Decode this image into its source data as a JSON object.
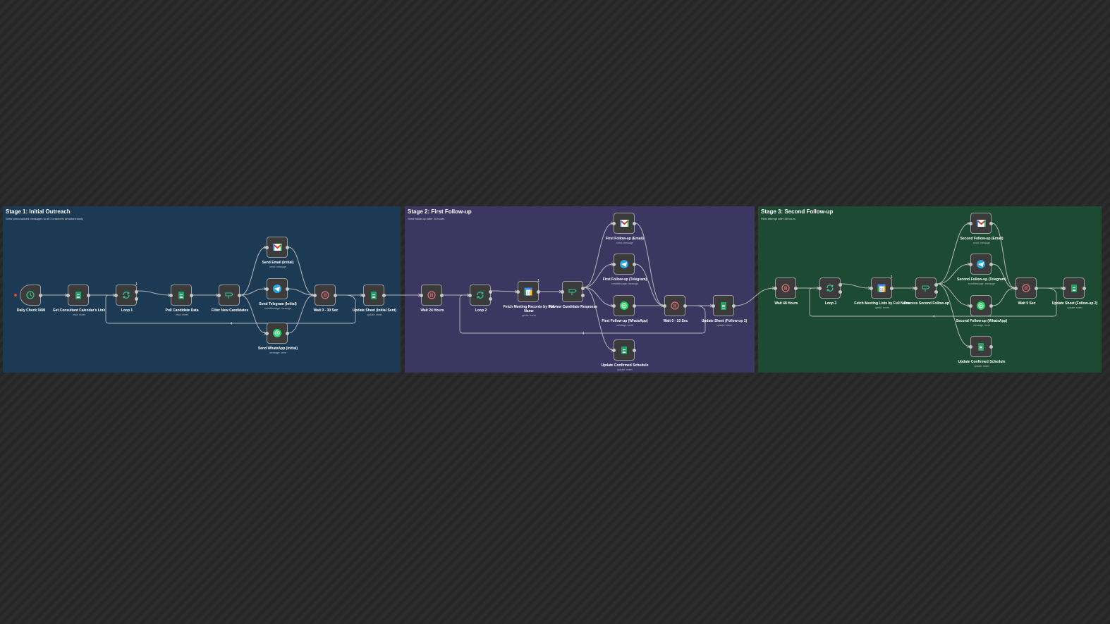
{
  "stages": [
    {
      "title": "Stage 1: Initial Outreach",
      "subtitle": "Send personalized messages to all 3 channels simultaneously",
      "color": "#1d3a55"
    },
    {
      "title": "Stage 2: First Follow-up",
      "subtitle": "Send follow-up after 24 hours",
      "color": "#3b3760"
    },
    {
      "title": "Stage 3: Second Follow-up",
      "subtitle": "Final attempt after 48 hours",
      "color": "#1d4a33"
    }
  ],
  "icons": {
    "clock": "clock-icon",
    "sheets": "google-sheets-icon",
    "loop": "loop-icon",
    "filter": "filter-icon",
    "gmail": "gmail-icon",
    "telegram": "telegram-icon",
    "whatsapp": "whatsapp-icon",
    "wait": "wait-icon",
    "calendar": "google-calendar-icon"
  },
  "nodes": [
    {
      "id": "daily_check",
      "label": "Daily Check 9AM",
      "sub": "",
      "icon": "clock",
      "badge": ""
    },
    {
      "id": "get_consultant",
      "label": "Get Consultant Calendar's Link",
      "sub": "read: sheet",
      "icon": "sheets",
      "badge": ""
    },
    {
      "id": "loop1",
      "label": "Loop 1",
      "sub": "",
      "icon": "loop",
      "badge": "1"
    },
    {
      "id": "pull_candidate",
      "label": "Pull Candidate Data",
      "sub": "read: sheet",
      "icon": "sheets",
      "badge": ""
    },
    {
      "id": "filter_new",
      "label": "Filter New Candidates",
      "sub": "",
      "icon": "filter",
      "badge": ""
    },
    {
      "id": "send_email",
      "label": "Send Email (Initial)",
      "sub": "send: message",
      "icon": "gmail",
      "badge": ""
    },
    {
      "id": "send_telegram",
      "label": "Send Telegram (Initial)",
      "sub": "sendMessage: message",
      "icon": "telegram",
      "badge": ""
    },
    {
      "id": "send_whatsapp",
      "label": "Send WhatsApp (Initial)",
      "sub": "message: send",
      "icon": "whatsapp",
      "badge": ""
    },
    {
      "id": "wait_30",
      "label": "Wait 0 - 30 Sec",
      "sub": "",
      "icon": "wait",
      "badge": ""
    },
    {
      "id": "update_initial",
      "label": "Update Sheet (Initial Sent)",
      "sub": "update: sheet",
      "icon": "sheets",
      "badge": ""
    },
    {
      "id": "wait_24",
      "label": "Wait 24 Hours",
      "sub": "",
      "icon": "wait",
      "badge": ""
    },
    {
      "id": "loop2",
      "label": "Loop 2",
      "sub": "",
      "icon": "loop",
      "badge": ""
    },
    {
      "id": "fetch_meeting",
      "label": "Fetch Meeting Records by Full Name",
      "sub": "getAll: event",
      "icon": "calendar",
      "badge": "1"
    },
    {
      "id": "review_response",
      "label": "Review Candidate Response",
      "sub": "",
      "icon": "filter",
      "badge": ""
    },
    {
      "id": "ff_email",
      "label": "First Follow-up (Email)",
      "sub": "send: message",
      "icon": "gmail",
      "badge": ""
    },
    {
      "id": "ff_telegram",
      "label": "First Follow-up (Telegram)",
      "sub": "sendMessage: message",
      "icon": "telegram",
      "badge": ""
    },
    {
      "id": "ff_whatsapp",
      "label": "First Follow-up (WhatsApp)",
      "sub": "message: send",
      "icon": "whatsapp",
      "badge": ""
    },
    {
      "id": "update_confirmed1",
      "label": "Update Confirmed Schedule",
      "sub": "update: sheet",
      "icon": "sheets",
      "badge": ""
    },
    {
      "id": "wait_10",
      "label": "Wait 0 - 10 Sec",
      "sub": "",
      "icon": "wait",
      "badge": ""
    },
    {
      "id": "update_fu1",
      "label": "Update Sheet (Follow-up 1)",
      "sub": "update: sheet",
      "icon": "sheets",
      "badge": ""
    },
    {
      "id": "wait_48",
      "label": "Wait 48 Hours",
      "sub": "",
      "icon": "wait",
      "badge": ""
    },
    {
      "id": "loop3",
      "label": "Loop 3",
      "sub": "",
      "icon": "loop",
      "badge": ""
    },
    {
      "id": "fetch_meeting_lists",
      "label": "Fetch Meeting Lists by Full Name",
      "sub": "getAll: event",
      "icon": "calendar",
      "badge": "1"
    },
    {
      "id": "process_second",
      "label": "Process Second Follow-up",
      "sub": "",
      "icon": "filter",
      "badge": ""
    },
    {
      "id": "sf_email",
      "label": "Second Follow-up (Email)",
      "sub": "send: message",
      "icon": "gmail",
      "badge": ""
    },
    {
      "id": "sf_telegram",
      "label": "Second Follow-up (Telegram)",
      "sub": "sendMessage: message",
      "icon": "telegram",
      "badge": ""
    },
    {
      "id": "sf_whatsapp",
      "label": "Second Follow-up (WhatsApp)",
      "sub": "message: send",
      "icon": "whatsapp",
      "badge": ""
    },
    {
      "id": "update_confirmed2",
      "label": "Update Confirmed Schedule",
      "sub": "update: sheet",
      "icon": "sheets",
      "badge": ""
    },
    {
      "id": "wait_5",
      "label": "Wait 5 Sec",
      "sub": "",
      "icon": "wait",
      "badge": ""
    },
    {
      "id": "update_fu2",
      "label": "Update Sheet (Follow-up 2)",
      "sub": "update: sheet",
      "icon": "sheets",
      "badge": ""
    }
  ],
  "connections": [
    [
      "daily_check",
      "get_consultant"
    ],
    [
      "get_consultant",
      "loop1"
    ],
    [
      "loop1",
      "pull_candidate"
    ],
    [
      "pull_candidate",
      "filter_new"
    ],
    [
      "filter_new",
      "send_email"
    ],
    [
      "filter_new",
      "send_telegram"
    ],
    [
      "filter_new",
      "send_whatsapp"
    ],
    [
      "send_email",
      "wait_30"
    ],
    [
      "send_telegram",
      "wait_30"
    ],
    [
      "send_whatsapp",
      "wait_30"
    ],
    [
      "wait_30",
      "update_initial"
    ],
    [
      "update_initial",
      "wait_24"
    ],
    [
      "wait_24",
      "loop2"
    ],
    [
      "loop2",
      "fetch_meeting"
    ],
    [
      "fetch_meeting",
      "review_response"
    ],
    [
      "review_response",
      "ff_email"
    ],
    [
      "review_response",
      "ff_telegram"
    ],
    [
      "review_response",
      "ff_whatsapp"
    ],
    [
      "review_response",
      "update_confirmed1"
    ],
    [
      "ff_email",
      "wait_10"
    ],
    [
      "ff_telegram",
      "wait_10"
    ],
    [
      "ff_whatsapp",
      "wait_10"
    ],
    [
      "wait_10",
      "update_fu1"
    ],
    [
      "update_fu1",
      "wait_48"
    ],
    [
      "wait_48",
      "loop3"
    ],
    [
      "loop3",
      "fetch_meeting_lists"
    ],
    [
      "fetch_meeting_lists",
      "process_second"
    ],
    [
      "process_second",
      "sf_email"
    ],
    [
      "process_second",
      "sf_telegram"
    ],
    [
      "process_second",
      "sf_whatsapp"
    ],
    [
      "process_second",
      "update_confirmed2"
    ],
    [
      "sf_email",
      "wait_5"
    ],
    [
      "sf_telegram",
      "wait_5"
    ],
    [
      "sf_whatsapp",
      "wait_5"
    ],
    [
      "wait_5",
      "update_fu2"
    ]
  ],
  "loopbacks": [
    [
      "wait_30",
      "loop1"
    ],
    [
      "wait_10",
      "loop2"
    ],
    [
      "wait_5",
      "loop3"
    ]
  ],
  "colors": {
    "wire": "#b8b8b8",
    "node_bg": "#3b3b3b",
    "node_border": "#9a9a9a",
    "sheets": "#21a464",
    "telegram": "#2aa3df",
    "whatsapp": "#25d366",
    "wait": "#e0707a",
    "clock": "#30c48d",
    "loop": "#30c48d",
    "filter": "#30c48d"
  }
}
